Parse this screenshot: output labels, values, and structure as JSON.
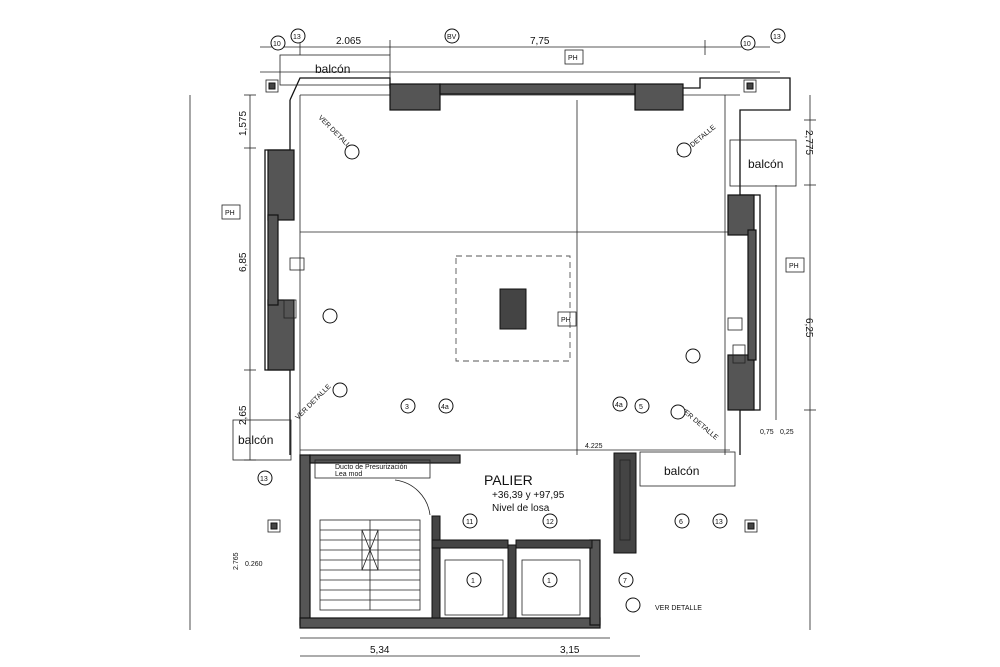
{
  "dims": {
    "top_left": "2.065",
    "top_mid": "7,75",
    "left_upper": "1,575",
    "left_mid": "6,85",
    "left_lower": "2,65",
    "right_upper": "2,775",
    "right_mid": "6,25",
    "bottom_center": "4.225",
    "bottom_left": "5,34",
    "bottom_right": "3,15",
    "right_small_a": "0,75",
    "right_small_b": "0,25",
    "sq_offset": "0.260",
    "side_height": "2.765"
  },
  "rooms": {
    "balcon_tl": "balcón",
    "balcon_right": "balcón",
    "balcon_left": "balcón",
    "balcon_br": "balcón",
    "palier": "PALIER",
    "level_1": "+36,39  y +97,95",
    "level_2": "Nivel de losa",
    "duct": "Ducto de Presurización",
    "duct_sub": "Lea mod",
    "ver_detalle_1": "VER DETALLE",
    "ver_detalle_2": "VER DETALLE",
    "ver_detalle_3": "VER DETALLE",
    "ver_detalle_4": "VER DETALLE",
    "ver_detalle_5": "VER DETALLE"
  },
  "tags": {
    "ph": "PH",
    "ph_center": "PH",
    "ph_left": "PH",
    "ph_right": "PH",
    "bv": "BV",
    "col_1": "1",
    "col_2": "1",
    "n10a": "10",
    "n10b": "10",
    "n13a": "13",
    "n13b": "13",
    "n13c": "13",
    "n13d": "13",
    "n3": "3",
    "n4a": "4a",
    "n4b": "4a",
    "n5": "5",
    "n6": "6",
    "n7": "7",
    "n11": "11",
    "n12": "12"
  }
}
